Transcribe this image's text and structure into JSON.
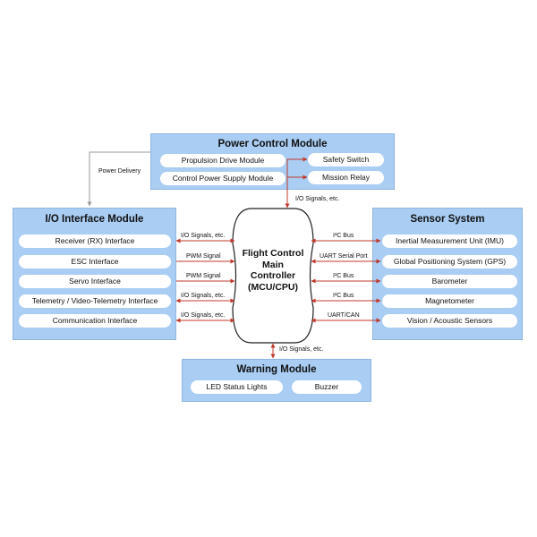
{
  "power_module": {
    "title": "Power Control Module",
    "items": [
      "Propulsion Drive Module",
      "Control Power Supply Module",
      "Safety Switch",
      "Mission Relay"
    ]
  },
  "power_delivery_label": "Power Delivery",
  "io_module": {
    "title": "I/O Interface Module",
    "items": [
      "Receiver (RX) Interface",
      "ESC Interface",
      "Servo Interface",
      "Telemetry / Video-Telemetry Interface",
      "Communication Interface"
    ]
  },
  "sensor_module": {
    "title": "Sensor System",
    "items": [
      "Inertial Measurement Unit (IMU)",
      "Global Positioning System (GPS)",
      "Barometer",
      "Magnetometer",
      "Vision / Acoustic Sensors"
    ]
  },
  "warning_module": {
    "title": "Warning Module",
    "items": [
      "LED Status Lights",
      "Buzzer"
    ]
  },
  "controller": {
    "lines": [
      "Flight Control",
      "Main",
      "Controller",
      "(MCU/CPU)"
    ]
  },
  "links": {
    "io": [
      "I/O Signals, etc.",
      "PWM Signal",
      "PWM Signal",
      "I/O Signals, etc.",
      "I/O Signals, etc."
    ],
    "sensor": [
      "I²C Bus",
      "UART Serial Port",
      "I²C Bus",
      "I²C Bus",
      "UART/CAN"
    ],
    "power": "I/O Signals, etc.",
    "warning": "I/O Signals, etc."
  },
  "colors": {
    "module_fill": "#a9cdf3",
    "arrow_red": "#c0392b",
    "arrow_gray": "#999999"
  }
}
